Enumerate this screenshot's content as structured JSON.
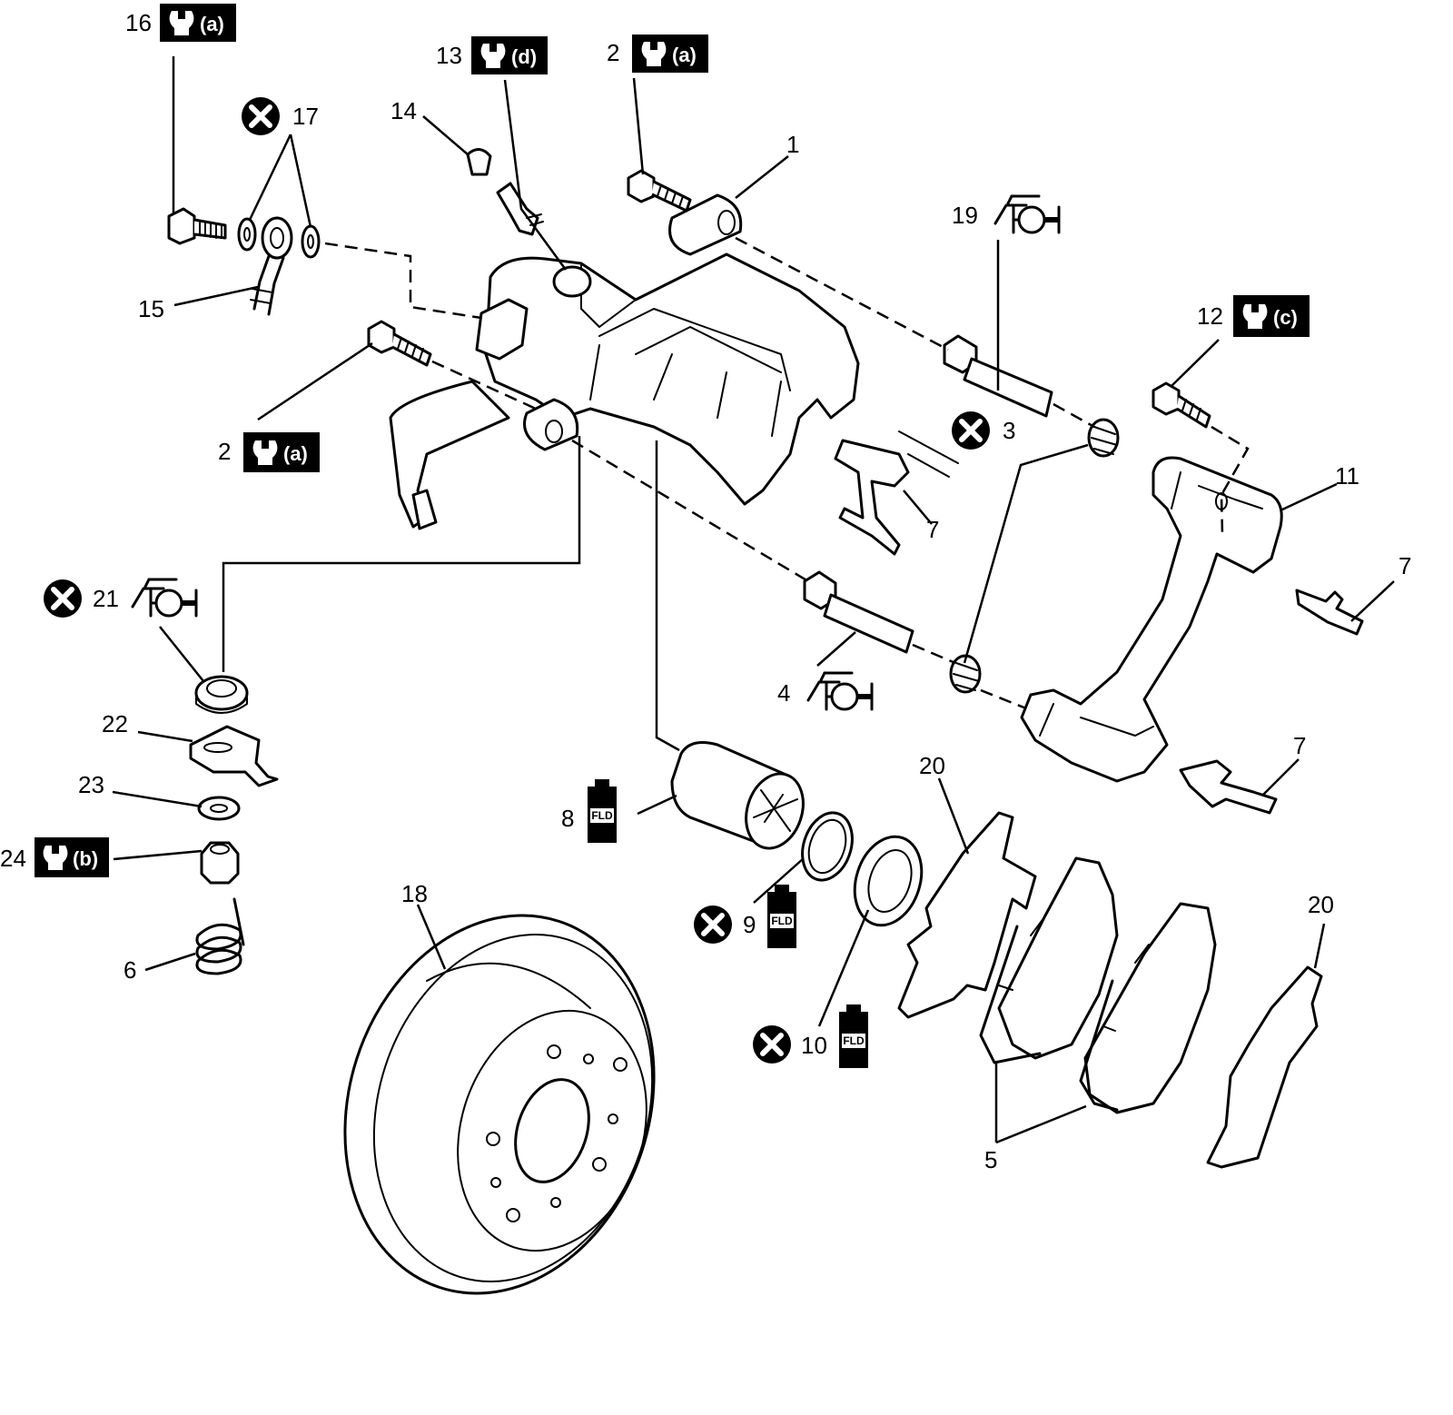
{
  "callouts": [
    {
      "id": "c16",
      "number": "16",
      "torque": "(a)"
    },
    {
      "id": "c17",
      "number": "17",
      "replace": true
    },
    {
      "id": "c15",
      "number": "15"
    },
    {
      "id": "c14",
      "number": "14"
    },
    {
      "id": "c13",
      "number": "13",
      "torque": "(d)"
    },
    {
      "id": "c2top",
      "number": "2",
      "torque": "(a)"
    },
    {
      "id": "c1",
      "number": "1"
    },
    {
      "id": "c19",
      "number": "19",
      "grease": true
    },
    {
      "id": "c12",
      "number": "12",
      "torque": "(c)"
    },
    {
      "id": "c2mid",
      "number": "2",
      "torque": "(a)"
    },
    {
      "id": "c3",
      "number": "3",
      "replace": true
    },
    {
      "id": "c11",
      "number": "11"
    },
    {
      "id": "c7a",
      "number": "7"
    },
    {
      "id": "c7b",
      "number": "7"
    },
    {
      "id": "c7c",
      "number": "7"
    },
    {
      "id": "c21",
      "number": "21",
      "replace": true,
      "grease": true
    },
    {
      "id": "c4",
      "number": "4",
      "grease": true
    },
    {
      "id": "c22",
      "number": "22"
    },
    {
      "id": "c23",
      "number": "23"
    },
    {
      "id": "c24",
      "number": "24",
      "torque": "(b)"
    },
    {
      "id": "c8",
      "number": "8",
      "fluid": "FLD"
    },
    {
      "id": "c20a",
      "number": "20"
    },
    {
      "id": "c20b",
      "number": "20"
    },
    {
      "id": "c18",
      "number": "18"
    },
    {
      "id": "c9",
      "number": "9",
      "replace": true,
      "fluid": "FLD"
    },
    {
      "id": "c6",
      "number": "6"
    },
    {
      "id": "c10",
      "number": "10",
      "replace": true,
      "fluid": "FLD"
    },
    {
      "id": "c5",
      "number": "5"
    }
  ],
  "icons": {
    "torque": "wrench-torque-icon",
    "replace": "x-replace-icon",
    "grease": "grease-gun-icon",
    "fluid": "brake-fluid-bottle-icon"
  },
  "colors": {
    "line": "#000000",
    "background": "#ffffff"
  }
}
